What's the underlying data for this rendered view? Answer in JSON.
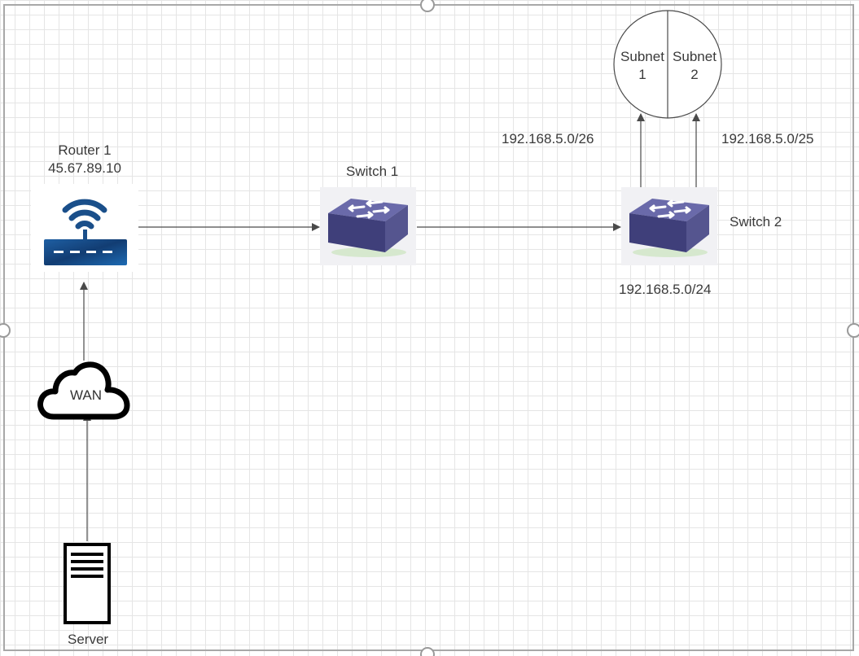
{
  "diagram": {
    "router": {
      "name": "Router 1",
      "ip": "45.67.89.10",
      "icon": "wifi-router-icon"
    },
    "switch1": {
      "name": "Switch 1",
      "icon": "network-switch-icon"
    },
    "switch2": {
      "name": "Switch 2",
      "network": "192.168.5.0/24",
      "icon": "network-switch-icon"
    },
    "subnets": {
      "subnet1": {
        "line1": "Subnet",
        "line2": "1",
        "cidr": "192.168.5.0/26"
      },
      "subnet2": {
        "line1": "Subnet",
        "line2": "2",
        "cidr": "192.168.5.0/25"
      }
    },
    "wan": {
      "label": "WAN",
      "icon": "cloud-icon"
    },
    "server": {
      "label": "Server",
      "icon": "server-icon"
    },
    "connections": [
      {
        "from": "Server",
        "to": "WAN"
      },
      {
        "from": "WAN",
        "to": "Router 1"
      },
      {
        "from": "Router 1",
        "to": "Switch 1"
      },
      {
        "from": "Switch 1",
        "to": "Switch 2"
      },
      {
        "from": "Switch 2",
        "to": "Subnet 1"
      },
      {
        "from": "Switch 2",
        "to": "Subnet 2"
      }
    ],
    "colors": {
      "grid": "#e5e5e5",
      "line": "#4a4a4a",
      "router_blue": "#1a4f8a",
      "switch_purple": "#5a5a9a"
    }
  }
}
